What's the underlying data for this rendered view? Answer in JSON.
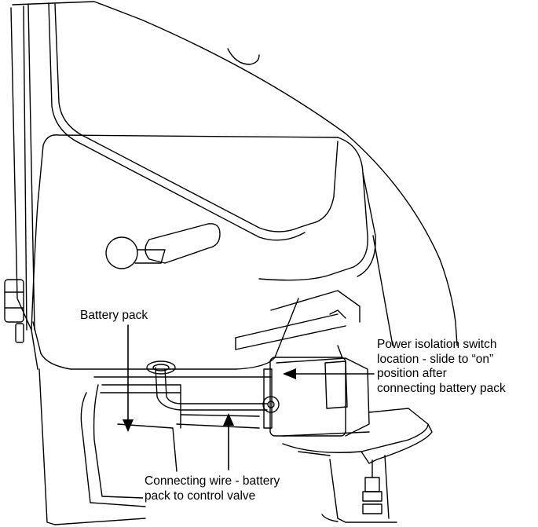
{
  "labels": {
    "battery_pack": "Battery pack",
    "switch_line1": "Power isolation switch",
    "switch_line2": "location - slide to “on”",
    "switch_line3": "position after",
    "switch_line4": "connecting battery pack",
    "wire_line1": "Connecting wire - battery",
    "wire_line2": "pack to control valve"
  },
  "colors": {
    "ink": "#000000",
    "paper": "#ffffff"
  }
}
